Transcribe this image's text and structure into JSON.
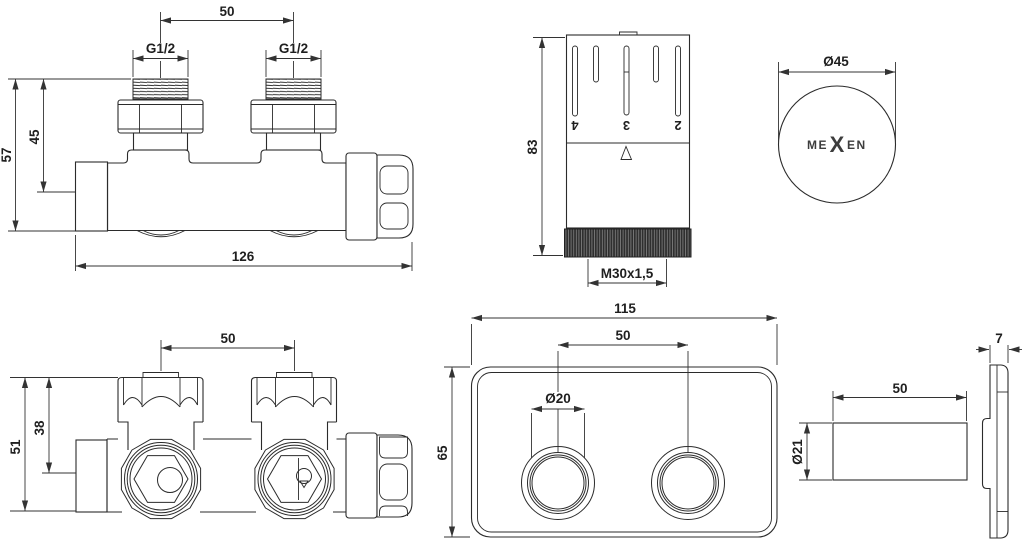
{
  "drawing_type": "radiator-valve-technical-drawing",
  "colors": {
    "line": "#2b2b2b",
    "dimension_line": "#333333",
    "text": "#1f1f1f",
    "knurl_fill": "#2f2f2f",
    "background": "#ffffff",
    "logo": "#3d3d3d"
  },
  "views": {
    "valve_side": {
      "label_spacing": "50",
      "label_thread_left": "G1/2",
      "label_thread_right": "G1/2",
      "label_height_total": "57",
      "label_height_inner": "45",
      "label_length": "126"
    },
    "head_side": {
      "label_height": "83",
      "label_thread": "M30x1,5",
      "scale": [
        "4",
        "3",
        "2"
      ]
    },
    "head_top": {
      "label_diameter": "Ø45",
      "logo_me": "ME",
      "logo_x": "X",
      "logo_en": "EN"
    },
    "valve_bottom": {
      "label_spacing": "50",
      "label_height_total": "51",
      "label_height_inner": "38"
    },
    "plate_front": {
      "label_width": "115",
      "label_spacing": "50",
      "label_hole_diameter": "Ø20",
      "label_height": "65"
    },
    "plate_side": {
      "label_thickness": "7",
      "label_length": "50",
      "label_diameter": "Ø21"
    }
  }
}
